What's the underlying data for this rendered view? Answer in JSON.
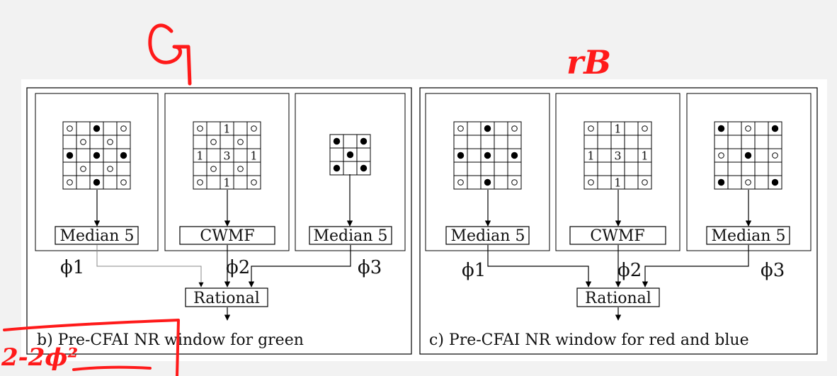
{
  "diagram": {
    "left_panel": {
      "caption": "b) Pre-CFAI NR window for green",
      "filters": [
        "Median 5",
        "CWMF",
        "Median 5"
      ],
      "outputs": [
        "ϕ1",
        "ϕ2",
        "ϕ3"
      ],
      "combiner": "Rational"
    },
    "right_panel": {
      "caption": "c) Pre-CFAI NR window for red and blue",
      "filters": [
        "Median 5",
        "CWMF",
        "Median 5"
      ],
      "outputs": [
        "ϕ1",
        "ϕ2",
        "ϕ3"
      ],
      "combiner": "Rational"
    },
    "grids": {
      "green_median": [
        [
          "o",
          "",
          "f",
          "",
          "o"
        ],
        [
          "",
          "o",
          "",
          "o",
          ""
        ],
        [
          "f",
          "",
          "f",
          "",
          "f"
        ],
        [
          "",
          "o",
          "",
          "o",
          ""
        ],
        [
          "o",
          "",
          "f",
          "",
          "o"
        ]
      ],
      "green_cwmf": [
        [
          "o",
          "",
          "1",
          "",
          "o"
        ],
        [
          "",
          "o",
          "",
          "o",
          ""
        ],
        [
          "1",
          "",
          "3",
          "",
          "1"
        ],
        [
          "",
          "o",
          "",
          "o",
          ""
        ],
        [
          "o",
          "",
          "1",
          "",
          "o"
        ]
      ],
      "green_small": [
        [
          "f",
          "",
          "f"
        ],
        [
          "",
          "f",
          ""
        ],
        [
          "f",
          "",
          "f"
        ]
      ],
      "rb_median": [
        [
          "o",
          "",
          "f",
          "",
          "o"
        ],
        [
          "",
          "",
          "",
          "",
          ""
        ],
        [
          "f",
          "",
          "f",
          "",
          "f"
        ],
        [
          "",
          "",
          "",
          "",
          ""
        ],
        [
          "o",
          "",
          "f",
          "",
          "o"
        ]
      ],
      "rb_cwmf": [
        [
          "o",
          "",
          "1",
          "",
          "o"
        ],
        [
          "",
          "",
          "",
          "",
          ""
        ],
        [
          "1",
          "",
          "3",
          "",
          "1"
        ],
        [
          "",
          "",
          "",
          "",
          ""
        ],
        [
          "o",
          "",
          "1",
          "",
          "o"
        ]
      ],
      "rb_diag": [
        [
          "f",
          "",
          "o",
          "",
          "f"
        ],
        [
          "",
          "",
          "",
          "",
          ""
        ],
        [
          "o",
          "",
          "f",
          "",
          "o"
        ],
        [
          "",
          "",
          "",
          "",
          ""
        ],
        [
          "f",
          "",
          "o",
          "",
          "f"
        ]
      ]
    }
  },
  "annotations": {
    "left_label": "G",
    "right_label": "rB",
    "margin_note": "2-2ϕ²"
  }
}
